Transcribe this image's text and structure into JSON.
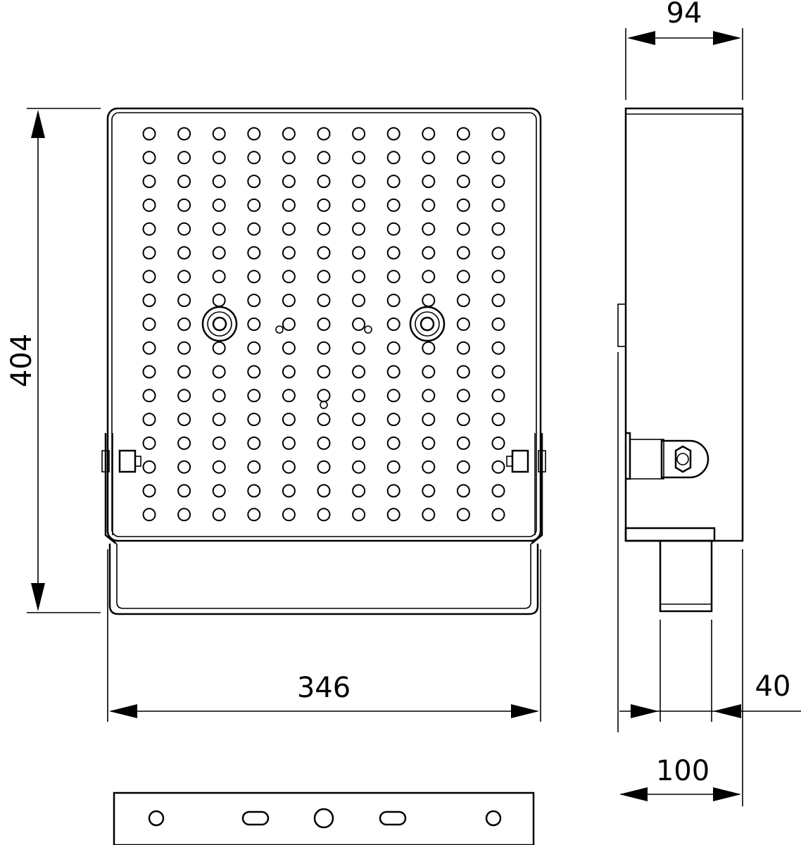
{
  "dimensions": {
    "height": "404",
    "width": "346",
    "depth": "94",
    "bracket_offset": "100",
    "bracket_width": "40"
  },
  "front_view": {
    "led_columns": 11,
    "led_rows": 17
  }
}
